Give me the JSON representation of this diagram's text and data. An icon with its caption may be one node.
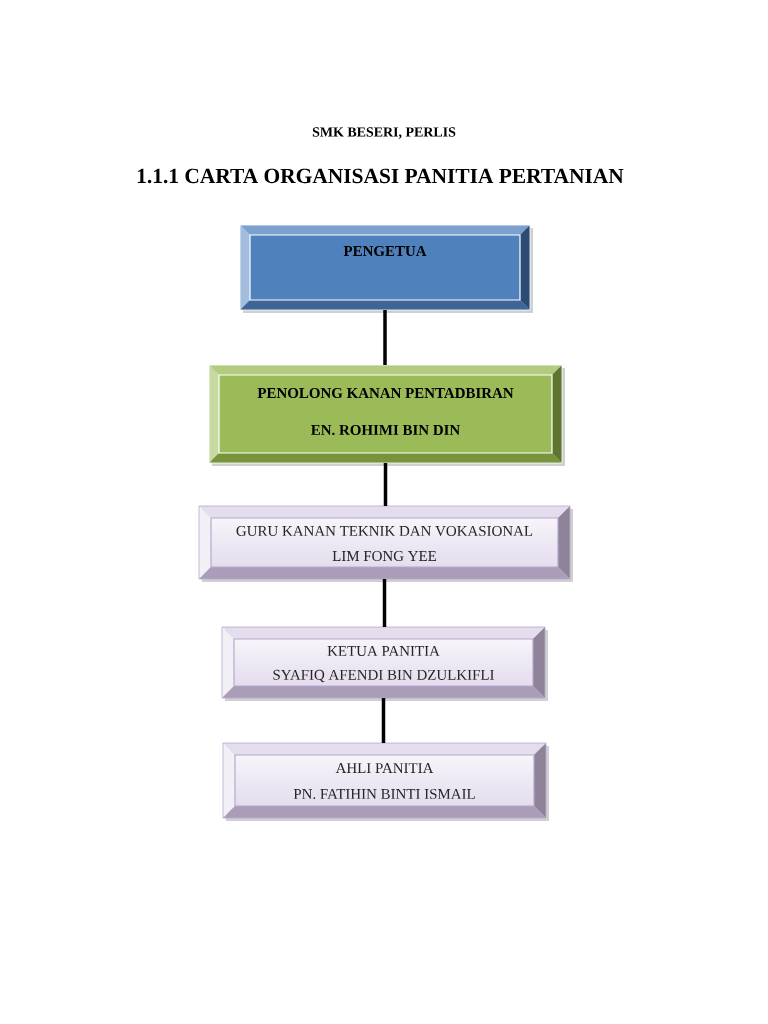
{
  "diagram": {
    "title": "1.1.1 CARTA ORGANISASI PANITIA PERTANIAN",
    "nodes": [
      {
        "text": [
          "PENGETUA"
        ]
      },
      {
        "text": [
          "PENOLONG KANAN PENTADBIRAN",
          "EN. ROHIMI BIN DIN"
        ]
      },
      {
        "text": [
          "GURU KANAN TEKNIK DAN VOKASIONAL",
          "LIM FONG YEE"
        ]
      },
      {
        "text": [
          "KETUA PANITIA",
          "SYAFIQ AFENDI BIN DZULKIFLI"
        ]
      },
      {
        "text": [
          "AHLI PANITIA",
          "PN. FATIHIN BINTI ISMAIL"
        ]
      }
    ],
    "edges": [
      {
        "from": 0,
        "to": 1,
        "arrow": "none"
      },
      {
        "from": 1,
        "to": 2,
        "arrow": "none"
      },
      {
        "from": 2,
        "to": 3,
        "arrow": "none"
      },
      {
        "from": 3,
        "to": 4,
        "arrow": "none"
      }
    ],
    "labels": [
      "SMK BESERI, PERLIS"
    ]
  }
}
